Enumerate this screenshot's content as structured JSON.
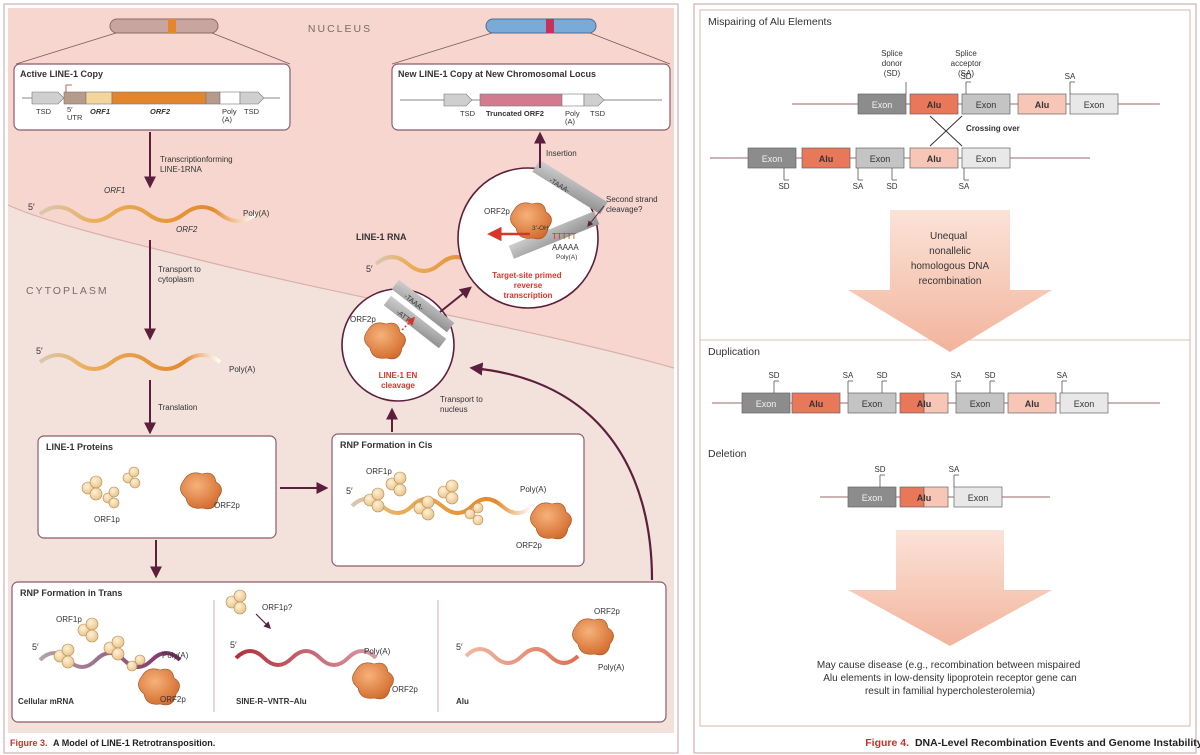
{
  "fig3": {
    "caption_label": "Figure 3.",
    "caption_text": "A Model of LINE-1 Retrotransposition.",
    "nucleus": "NUCLEUS",
    "cytoplasm": "CYTOPLASM",
    "active_title": "Active LINE-1 Copy",
    "active_labels": {
      "tsd1": "TSD",
      "utr": "5′ UTR",
      "orf1": "ORF1",
      "orf2": "ORF2",
      "polya": "Poly (A)",
      "tsd2": "TSD"
    },
    "new_title": "New LINE-1 Copy at New Chromosomal Locus",
    "new_labels": {
      "tsd1": "TSD",
      "trunc": "Truncated ORF2",
      "polya": "Poly (A)",
      "tsd2": "TSD"
    },
    "transcription": "Transcription forming LINE-1 RNA",
    "rna_orf1": "ORF1",
    "rna_orf2": "ORF2",
    "rna_polya": "Poly(A)",
    "five_prime": "5′",
    "transport_cyto": "Transport to cytoplasm",
    "mrna_polya": "Poly(A)",
    "translation": "Translation",
    "proteins_title": "LINE-1 Proteins",
    "orf1p": "ORF1p",
    "orf2p": "ORF2p",
    "cis_title": "RNP Formation in Cis",
    "cis_orf1p": "ORF1p",
    "cis_polya": "Poly(A)",
    "cis_orf2p": "ORF2p",
    "transport_nuc": "Transport to nucleus",
    "en_orf2p": "ORF2p",
    "en_label": "LINE-1 EN cleavage",
    "en_dna_top": "-TAAA-",
    "en_dna_bot": "-ATTT-",
    "line1_rna": "LINE-1 RNA",
    "tp_orf2p": "ORF2p",
    "tp_label": "Target-site primed reverse transcription",
    "tp_oh": "3′-OH",
    "tp_ttt": "TTTTT",
    "tp_aaa": "AAAAA",
    "tp_polya": "Poly(A)",
    "tp_dna": "-TAAA-",
    "second_strand": "Second strand cleavage?",
    "insertion": "Insertion",
    "trans_title": "RNP Formation in Trans",
    "trans_orf1p": "ORF1p",
    "trans_polya": "Poly(A)",
    "trans_orf2p": "ORF2p",
    "cellular_mrna": "Cellular mRNA",
    "sine_orf1p": "ORF1p?",
    "sine_polya": "Poly(A)",
    "sine_orf2p": "ORF2p",
    "sine_label": "SINE-R–VNTR–Alu",
    "alu_orf2p": "ORF2p",
    "alu_polya": "Poly(A)",
    "alu_label": "Alu"
  },
  "fig4": {
    "caption_label": "Figure 4.",
    "caption_text": "DNA-Level Recombination Events and Genome Instability.",
    "mispair_title": "Mispairing of Alu Elements",
    "splice_donor": "Splice donor (SD)",
    "splice_acceptor": "Splice acceptor (SA)",
    "sd": "SD",
    "sa": "SA",
    "exon": "Exon",
    "alu": "Alu",
    "crossing_over": "Crossing over",
    "arrow_text": "Unequal nonallelic homologous DNA recombination",
    "duplication": "Duplication",
    "deletion": "Deletion",
    "disease_text": "May cause disease (e.g., recombination between mispaired Alu elements in low-density lipoprotein receptor gene can result in familial hypercholesterolemia)"
  },
  "colors": {
    "nucleus_bg": "#f6d9d3",
    "cytoplasm_bg": "#f4e4df",
    "alu_red": "#e9775a",
    "alu_light": "#f7c6b7",
    "exon_dark": "#8c8c8c",
    "exon_light": "#e8e8e8",
    "caption_red": "#c8302c",
    "rna_orange": "#e4892c",
    "protein_orf1": "#f4d7a6",
    "protein_orf2": "#e28a4a",
    "fig4_arrow": "#f6c8b6"
  }
}
